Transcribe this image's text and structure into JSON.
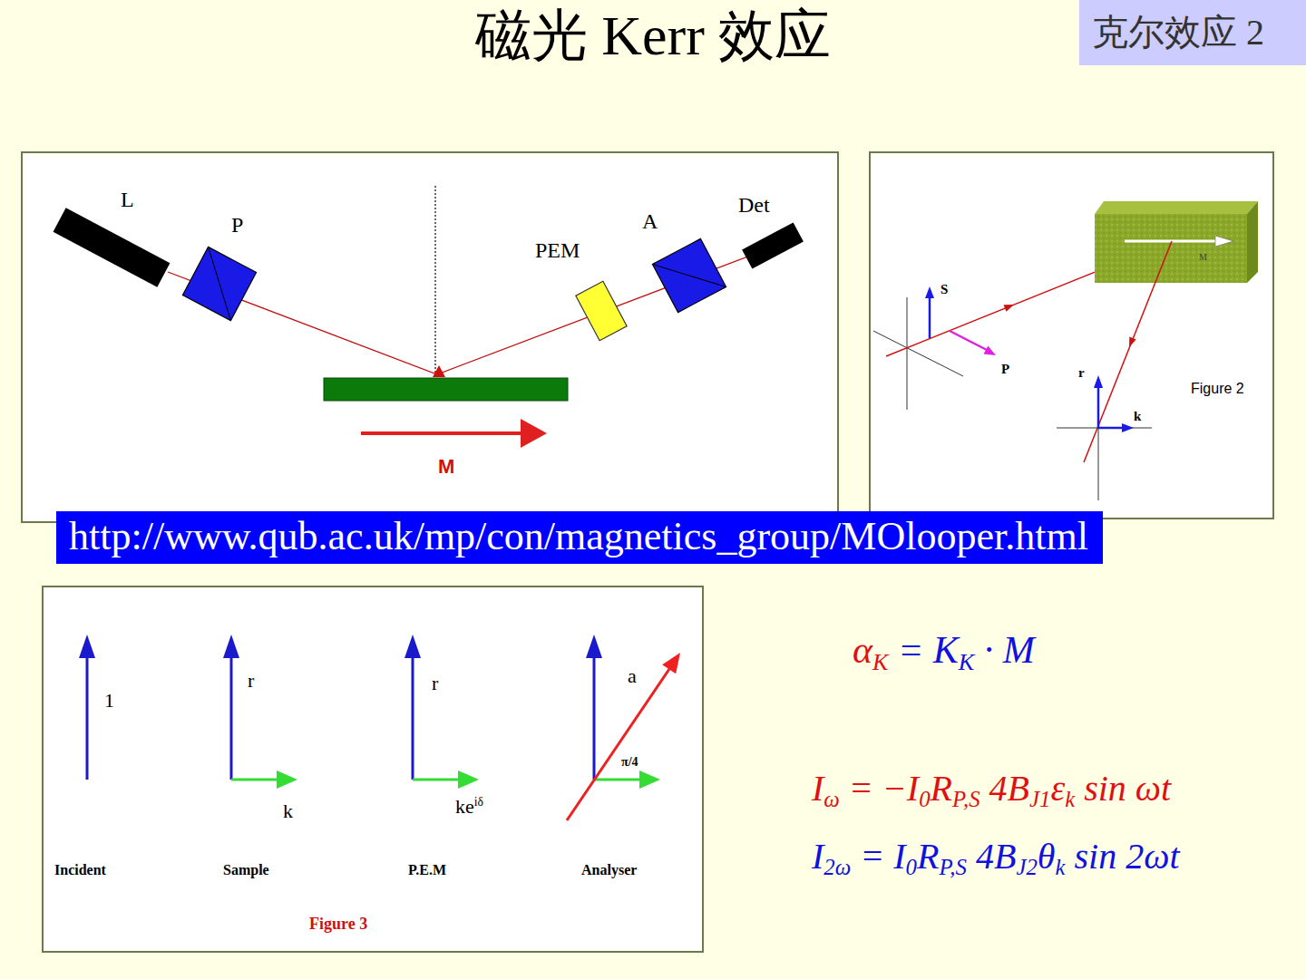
{
  "diagram": {
    "title": "磁光 Kerr 效应",
    "nodes": [
      {
        "text": [
          "克尔效应 2"
        ]
      },
      {
        "text": [
          "L",
          "P",
          "PEM",
          "A",
          "Det",
          "M"
        ]
      },
      {
        "text": [
          "S",
          "P",
          "M",
          "r",
          "k",
          "Figure 2"
        ]
      },
      {
        "text": [
          "http://www.qub.ac.uk/mp/con/magnetics_group/MOlooper.html"
        ]
      },
      {
        "text": [
          "1",
          "r",
          "k",
          "r",
          "keiδ",
          "a",
          "π/4",
          "Incident",
          "Sample",
          "P.E.M",
          "Analyser",
          "Figure 3"
        ]
      }
    ],
    "labels": [
      "αK = KK · M",
      "Iω = −I0RP,S 4BJ1εk sin ωt",
      "I2ω = I0RP,S 4BJ2θk sin 2ωt"
    ]
  }
}
